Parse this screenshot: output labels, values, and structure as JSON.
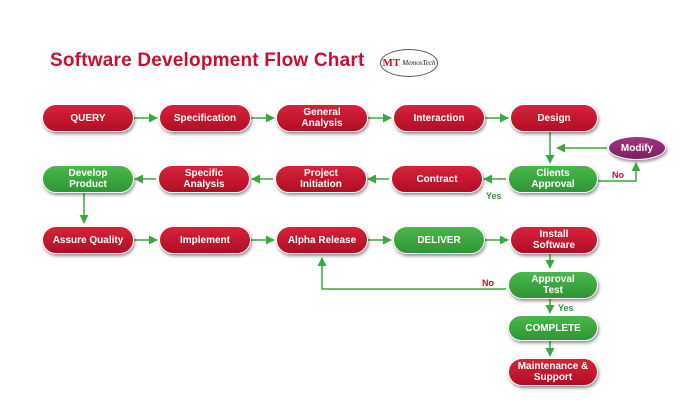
{
  "title": "Software Development Flow Chart",
  "logo": {
    "initials": "MT",
    "name": "MemosTech"
  },
  "colors": {
    "red": "#c8102e",
    "green": "#3aa83f",
    "purple": "#8e2a70",
    "arrow": "#3aa83f"
  },
  "nodes": {
    "query": "QUERY",
    "specification": "Specification",
    "general_analysis": "General\nAnalysis",
    "interaction": "Interaction",
    "design": "Design",
    "modify": "Modify",
    "clients_approval": "Clients\nApproval",
    "contract": "Contract",
    "project_initiation": "Project\nInitiation",
    "specific_analysis": "Specific\nAnalysis",
    "develop_product": "Develop\nProduct",
    "assure_quality": "Assure Quality",
    "implement": "Implement",
    "alpha_release": "Alpha Release",
    "deliver": "DELIVER",
    "install_software": "Install\nSoftware",
    "approval_test": "Approval\nTest",
    "complete": "COMPLETE",
    "maintenance_support": "Maintenance &\nSupport"
  },
  "edge_labels": {
    "no_modify": "No",
    "yes_contract": "Yes",
    "no_alpha": "No",
    "yes_complete": "Yes"
  }
}
